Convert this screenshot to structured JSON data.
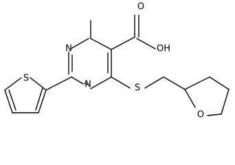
{
  "molecule": {
    "atoms": {
      "n_top": "N",
      "n_bottom": "N",
      "s_thiophene": "S",
      "s_thioether": "S",
      "o_thf": "O",
      "carboxylic_oh": "OH",
      "carbonyl_o": "O"
    }
  },
  "colors": {
    "bond": "#000000",
    "label": "#000000",
    "background": "#ffffff"
  }
}
